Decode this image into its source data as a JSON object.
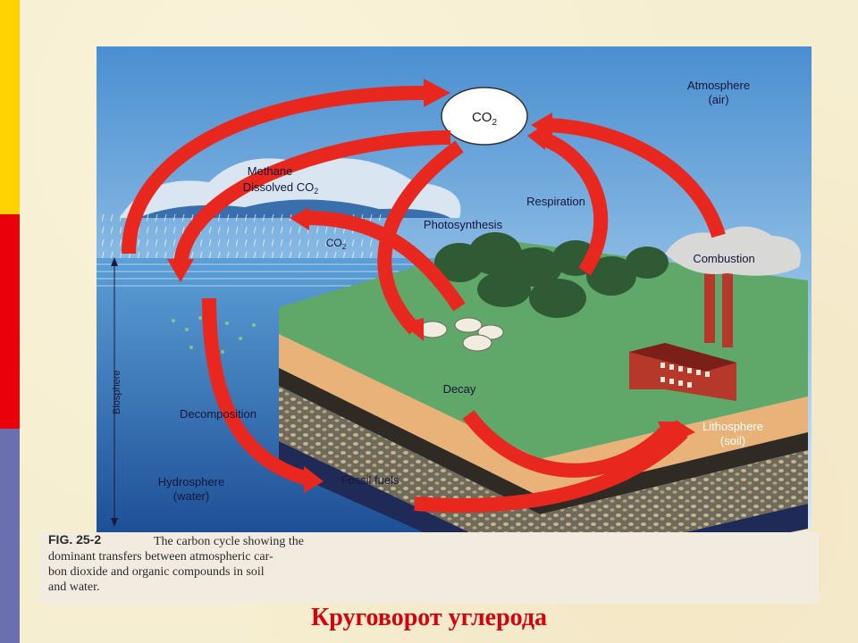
{
  "slide": {
    "title": "Круговорот углерода",
    "accent_colors": {
      "sidebar_top": "#ffd200",
      "sidebar_middle": "#e8000b",
      "sidebar_bottom": "#6a6fb0",
      "title": "#d4000c",
      "arrows": "#e8281e"
    }
  },
  "diagram": {
    "labels": {
      "co2": "CO",
      "co2_sub": "2",
      "atmosphere": "Atmosphere",
      "atmosphere_sub": "(air)",
      "methane": "Methane",
      "dissolved_co2": "Dissolved CO",
      "dissolved_co2_sub": "2",
      "respiration": "Respiration",
      "photosynthesis": "Photosynthesis",
      "co2_small": "CO",
      "co2_small_sub": "2",
      "combustion": "Combustion",
      "biosphere": "Biosphere",
      "decay": "Decay",
      "decomposition": "Decomposition",
      "lithosphere": "Lithosphere",
      "lithosphere_sub": "(soil)",
      "hydrosphere": "Hydrosphere",
      "hydrosphere_sub": "(water)",
      "fossil_fuels": "Fossil fuels"
    },
    "caption": {
      "head": "FIG. 25-2",
      "line1": "The carbon cycle showing the",
      "line2": "dominant transfers between atmospheric car-",
      "line3": "bon dioxide and organic compounds in soil",
      "line4": "and water."
    }
  }
}
